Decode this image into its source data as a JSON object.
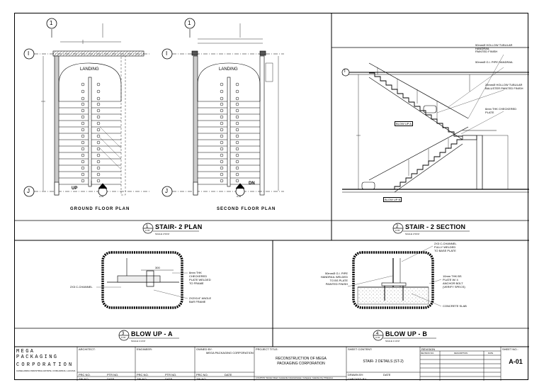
{
  "grid_labels": {
    "one_left": "1",
    "one_right": "1",
    "i_left": "I",
    "i_right": "I",
    "i_section": "I",
    "j_left": "J",
    "j_right": "J"
  },
  "plans": {
    "landing_label": "LANDING",
    "ground": {
      "label": "GROUND FLOOR PLAN",
      "arrow": "UP",
      "ref_num": "A-01"
    },
    "second": {
      "label": "SECOND FLOOR PLAN",
      "arrow": "DN",
      "ref_num": "A-01"
    }
  },
  "section": {
    "notes": [
      "50mmØ HOLLOW TUBULAR HANDRAIL",
      "PAINTED FINISH",
      "50mmØ G.I. PIPE HANDRAIL",
      "25mmØ HOLLOW TUBULAR BALUSTER PAINTED FINISH",
      "6mm THK CHECKERED PLATE"
    ],
    "blow_up_a_tag": "BLOW UP A",
    "blow_up_b_tag": "BLOW UP B"
  },
  "titles": {
    "stair_plan": {
      "num": "1",
      "ref": "A-01",
      "label": "STAIR- 2 PLAN",
      "scale": "SCALE 1:50 M"
    },
    "stair_section": {
      "num": "2",
      "ref": "A-01",
      "label": "STAIR - 2 SECTION",
      "scale": "SCALE 1:50 M"
    },
    "blow_a": {
      "num": "3",
      "ref": "A-01",
      "label": "BLOW UP - A",
      "scale": "SCALE 1:10 M"
    },
    "blow_b": {
      "num": "4",
      "ref": "A-01",
      "label": "BLOW UP - B",
      "scale": "SCALE 1:10 M"
    }
  },
  "detail_a": {
    "left_note": "2X3 C-CHANNEL",
    "dim": "300",
    "note1": "6mm THK CHECKERED PLATE WELDED TO FRAME",
    "note2": "2X2X1/4\" ANGLE BAR FRAME"
  },
  "detail_b": {
    "top_note": "2X3 C-CHANNEL FULLY WELDED TO BASE PLATE",
    "left_note": "50mmØ G.I. PIPE HANDRAIL WELDED TO BS PLATE PAINTED FINISH",
    "note1": "10mm THK BS PLATE W/ 4 ANCHOR BOLT (VERIFY SPECS)",
    "note2": "CONCRETE SLAB"
  },
  "title_block": {
    "company_line1": "MEGA PACKAGING",
    "company_line2": "CORPORATION",
    "company_address": "CANELANDIA INDUSTRIAL ESTATE, CORLAPANA, LACUNA",
    "architect_label": "ARCHITECT:",
    "engineer_label": "ENGINEER:",
    "owned_label": "OWNED BY:",
    "owner_name": "MEGA PACKAGING CORPORATION",
    "project_label": "PROJECT TITLE:",
    "project_title_1": "RECONSTRUCTION OF MEGA",
    "project_title_2": "PACKAGING CORPORATION",
    "location": "LOCATION:  Windsor Road, Canelandia Industrial Estate, Corlapana, Calamba City, Philippines",
    "sheet_content_label": "SHEET CONTENT:",
    "sheet_content": "STAIR- 2 DETAILS (ST-2)",
    "revision_label": "REVISION",
    "rev_cols": [
      "REVISION NO.",
      "DESCRIPTION",
      "DATE"
    ],
    "sheet_no_label": "SHEET NO.:",
    "sheet_no": "A-01",
    "sub_labels": [
      "PRC NO.",
      "PTR NO.",
      "TIN NO.",
      "DATE"
    ],
    "drawn_label": "DRAWN BY:",
    "checked_label": "CHECKED BY:"
  }
}
